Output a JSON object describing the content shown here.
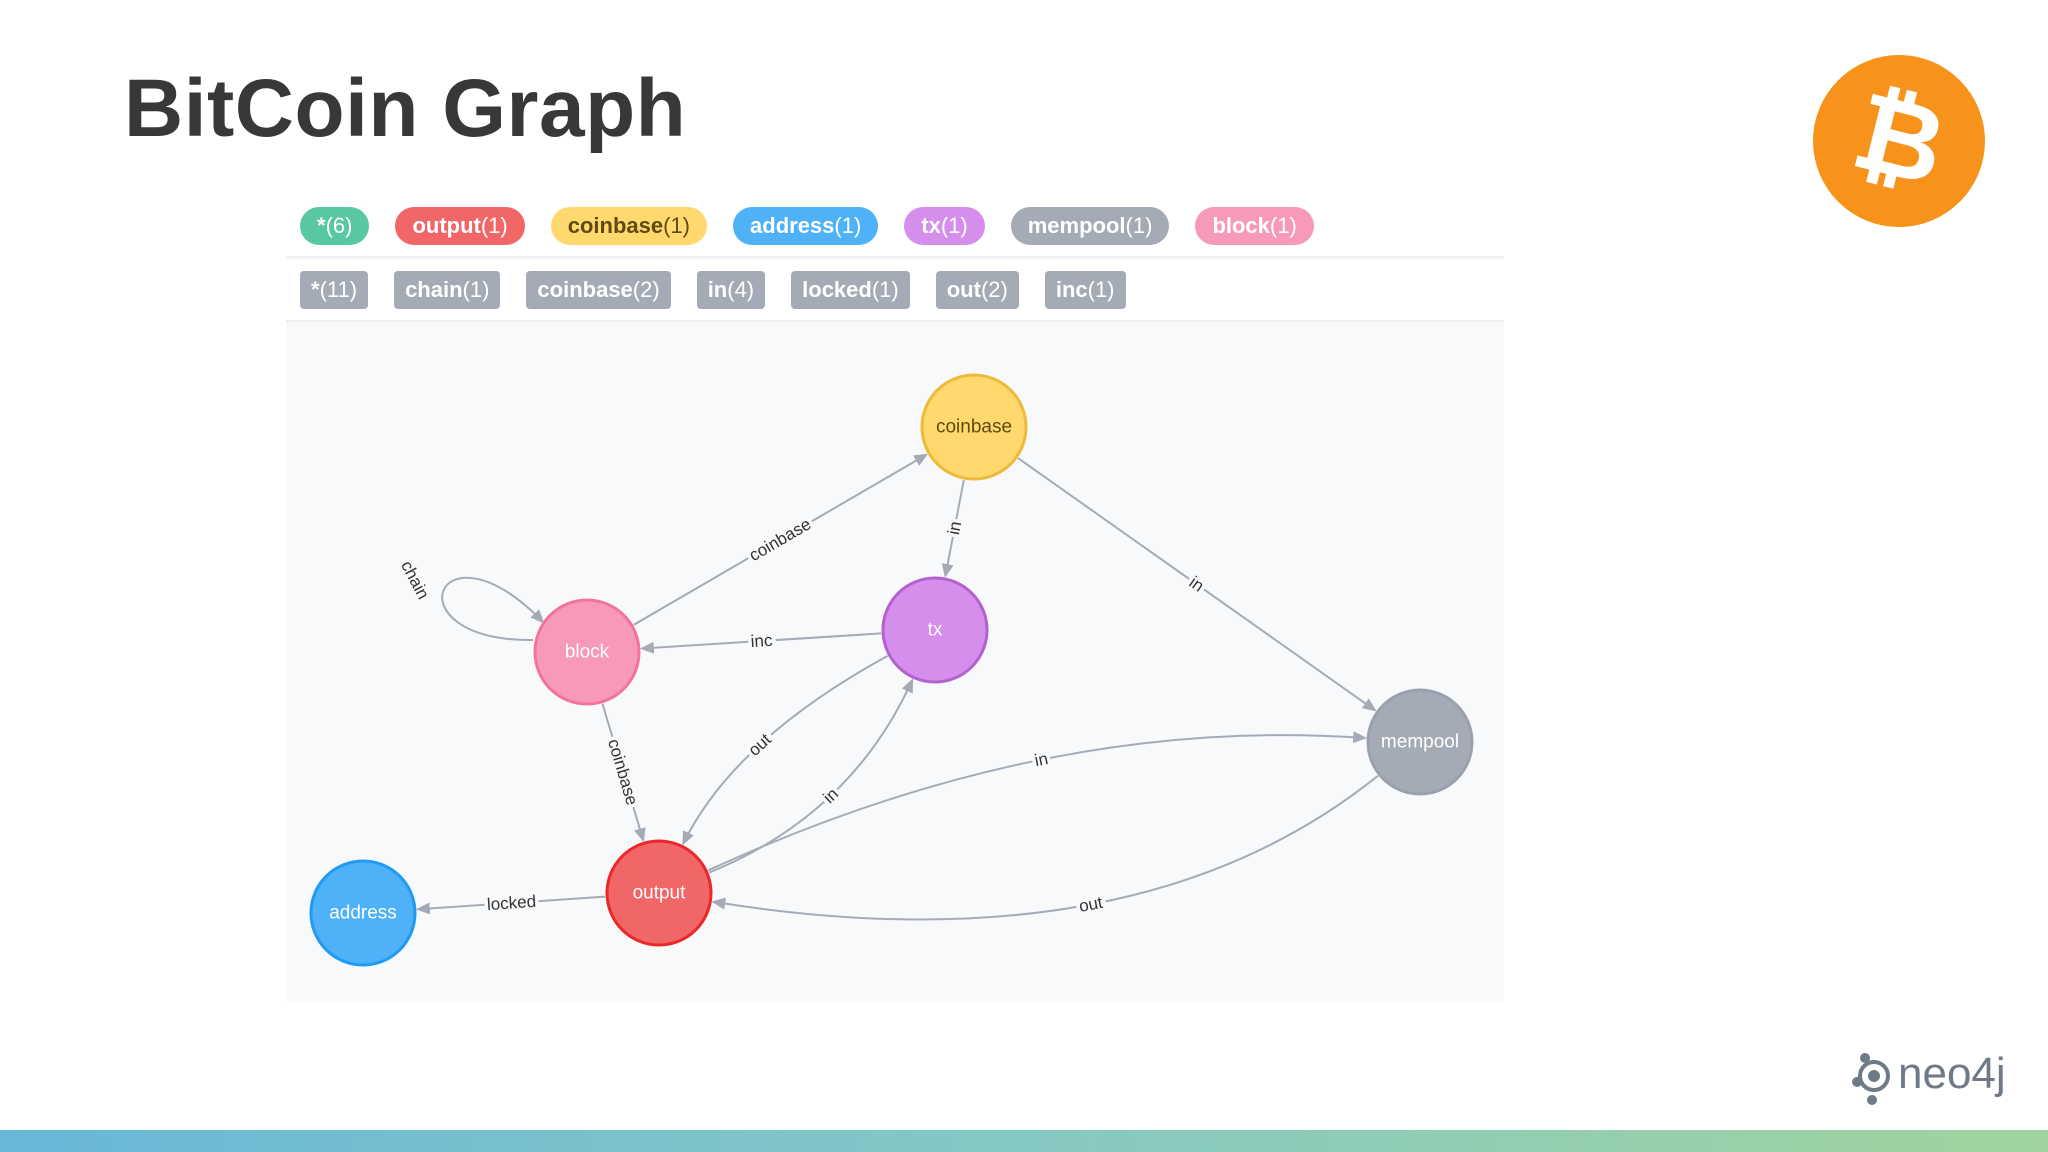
{
  "slide": {
    "title": "BitCoin Graph"
  },
  "logos": {
    "bitcoin": {
      "icon": "bitcoin-icon",
      "glyph": "₿",
      "color": "#f7931a"
    },
    "neo4j": {
      "icon": "neo4j-logo-icon",
      "text": "neo4j",
      "color": "#6f7a86"
    }
  },
  "node_labels": [
    {
      "name": "*",
      "count": "(6)",
      "color": "#57c7a4"
    },
    {
      "name": "output",
      "count": "(1)",
      "color": "#f16667"
    },
    {
      "name": "coinbase",
      "count": "(1)",
      "color": "#ffd86e",
      "text_color": "#604a0e"
    },
    {
      "name": "address",
      "count": "(1)",
      "color": "#4fb1f7"
    },
    {
      "name": "tx",
      "count": "(1)",
      "color": "#d68eec"
    },
    {
      "name": "mempool",
      "count": "(1)",
      "color": "#a5abb6"
    },
    {
      "name": "block",
      "count": "(1)",
      "color": "#f79aba"
    }
  ],
  "relationship_types": [
    {
      "name": "*",
      "count": "(11)"
    },
    {
      "name": "chain",
      "count": "(1)"
    },
    {
      "name": "coinbase",
      "count": "(2)"
    },
    {
      "name": "in",
      "count": "(4)"
    },
    {
      "name": "locked",
      "count": "(1)"
    },
    {
      "name": "out",
      "count": "(2)"
    },
    {
      "name": "inc",
      "count": "(1)"
    }
  ],
  "graph": {
    "nodes": [
      {
        "id": "coinbase",
        "label": "coinbase",
        "color": "#ffd86e",
        "stroke": "#edba39",
        "text_color": "#604a0e"
      },
      {
        "id": "tx",
        "label": "tx",
        "color": "#d68eec",
        "stroke": "#b261ce",
        "text_color": "#ffffff"
      },
      {
        "id": "block",
        "label": "block",
        "color": "#f79aba",
        "stroke": "#f3729f",
        "text_color": "#ffffff"
      },
      {
        "id": "mempool",
        "label": "mempool",
        "color": "#a5abb6",
        "stroke": "#9aa1ac",
        "text_color": "#ffffff"
      },
      {
        "id": "output",
        "label": "output",
        "color": "#f16667",
        "stroke": "#eb2728",
        "text_color": "#ffffff"
      },
      {
        "id": "address",
        "label": "address",
        "color": "#4fb1f7",
        "stroke": "#1f9bf4",
        "text_color": "#ffffff"
      }
    ],
    "edges": [
      {
        "id": "block-coinbase",
        "source": "block",
        "target": "coinbase",
        "label": "coinbase"
      },
      {
        "id": "coinbase-tx",
        "source": "coinbase",
        "target": "tx",
        "label": "in"
      },
      {
        "id": "coinbase-mempool",
        "source": "coinbase",
        "target": "mempool",
        "label": "in"
      },
      {
        "id": "block-chain",
        "source": "block",
        "target": "block",
        "label": "chain"
      },
      {
        "id": "tx-block",
        "source": "tx",
        "target": "block",
        "label": "inc"
      },
      {
        "id": "block-output",
        "source": "block",
        "target": "output",
        "label": "coinbase"
      },
      {
        "id": "tx-output",
        "source": "tx",
        "target": "output",
        "label": "out"
      },
      {
        "id": "output-tx",
        "source": "output",
        "target": "tx",
        "label": "in"
      },
      {
        "id": "output-mempool",
        "source": "output",
        "target": "mempool",
        "label": "in"
      },
      {
        "id": "mempool-output",
        "source": "mempool",
        "target": "output",
        "label": "out"
      },
      {
        "id": "output-address",
        "source": "output",
        "target": "address",
        "label": "locked"
      }
    ]
  }
}
